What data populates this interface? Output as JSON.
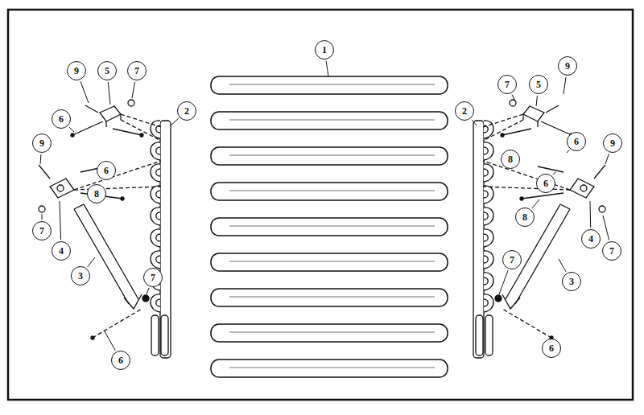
{
  "diagram": {
    "nodes": [
      {
        "text": [
          "1"
        ]
      },
      {
        "text": [
          "9"
        ]
      },
      {
        "text": [
          "9"
        ]
      },
      {
        "text": [
          "5"
        ]
      },
      {
        "text": [
          "7"
        ]
      },
      {
        "text": [
          "7"
        ]
      },
      {
        "text": [
          "5"
        ]
      },
      {
        "text": [
          "2"
        ]
      },
      {
        "text": [
          "2"
        ]
      },
      {
        "text": [
          "6"
        ]
      },
      {
        "text": [
          "6"
        ]
      },
      {
        "text": [
          "9"
        ]
      },
      {
        "text": [
          "9"
        ]
      },
      {
        "text": [
          "8"
        ]
      },
      {
        "text": [
          "6"
        ]
      },
      {
        "text": [
          "6"
        ]
      },
      {
        "text": [
          "8"
        ]
      },
      {
        "text": [
          "8"
        ]
      },
      {
        "text": [
          "7"
        ]
      },
      {
        "text": [
          "4"
        ]
      },
      {
        "text": [
          "4"
        ]
      },
      {
        "text": [
          "7"
        ]
      },
      {
        "text": [
          "7"
        ]
      },
      {
        "text": [
          "3"
        ]
      },
      {
        "text": [
          "7"
        ]
      },
      {
        "text": [
          "3"
        ]
      },
      {
        "text": [
          "6"
        ]
      },
      {
        "text": [
          "6"
        ]
      }
    ]
  }
}
